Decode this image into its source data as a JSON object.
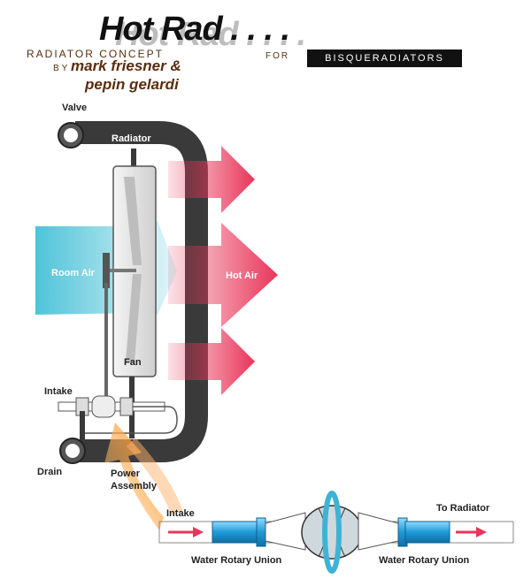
{
  "header": {
    "title": "Hot Rad . . . .",
    "subtitle": "RADIATOR CONCEPT",
    "by": "BY",
    "author1": "mark friesner  &",
    "author2": "pepin gelardi",
    "for": "FOR",
    "brand": "BISQUERADIATORS"
  },
  "labels": {
    "valve": "Valve",
    "radiator": "Radiator",
    "room_air": "Room Air",
    "hot_air": "Hot Air",
    "fan": "Fan",
    "intake_top": "Intake",
    "drain": "Drain",
    "power_assembly": "Power\nAssembly",
    "intake_bottom": "Intake",
    "to_radiator": "To Radiator",
    "water_rotary_union_left": "Water Rotary Union",
    "water_rotary_union_right": "Water Rotary Union"
  },
  "colors": {
    "pipe": "#3a3a3a",
    "hot_air": "#e8365a",
    "room_air": "#4fc3d9",
    "power": "#ff6a1a",
    "union": "#1e9ad6"
  }
}
